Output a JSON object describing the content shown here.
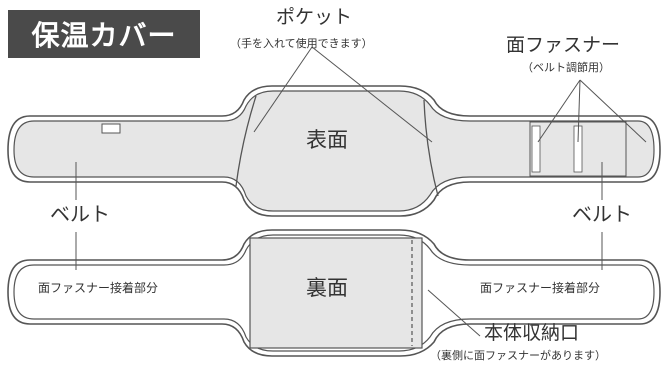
{
  "title": "保温カバー",
  "labels": {
    "pocket": "ポケット",
    "pocket_note": "（手を入れて使用できます）",
    "fastener_top": "面ファスナー",
    "fastener_top_note": "（ベルト調節用）",
    "front_face": "表面",
    "belt_left": "ベルト",
    "belt_right": "ベルト",
    "back_face": "裏面",
    "fastener_attach_left": "面ファスナー接着部分",
    "fastener_attach_right": "面ファスナー接着部分",
    "storage_opening": "本体収納口",
    "storage_note": "（裏側に面ファスナーがあります）"
  },
  "colors": {
    "outline": "#555555",
    "fill": "#ffffff",
    "panel": "#e6e6e6",
    "badge": "#4a4a4a",
    "text": "#333333"
  }
}
